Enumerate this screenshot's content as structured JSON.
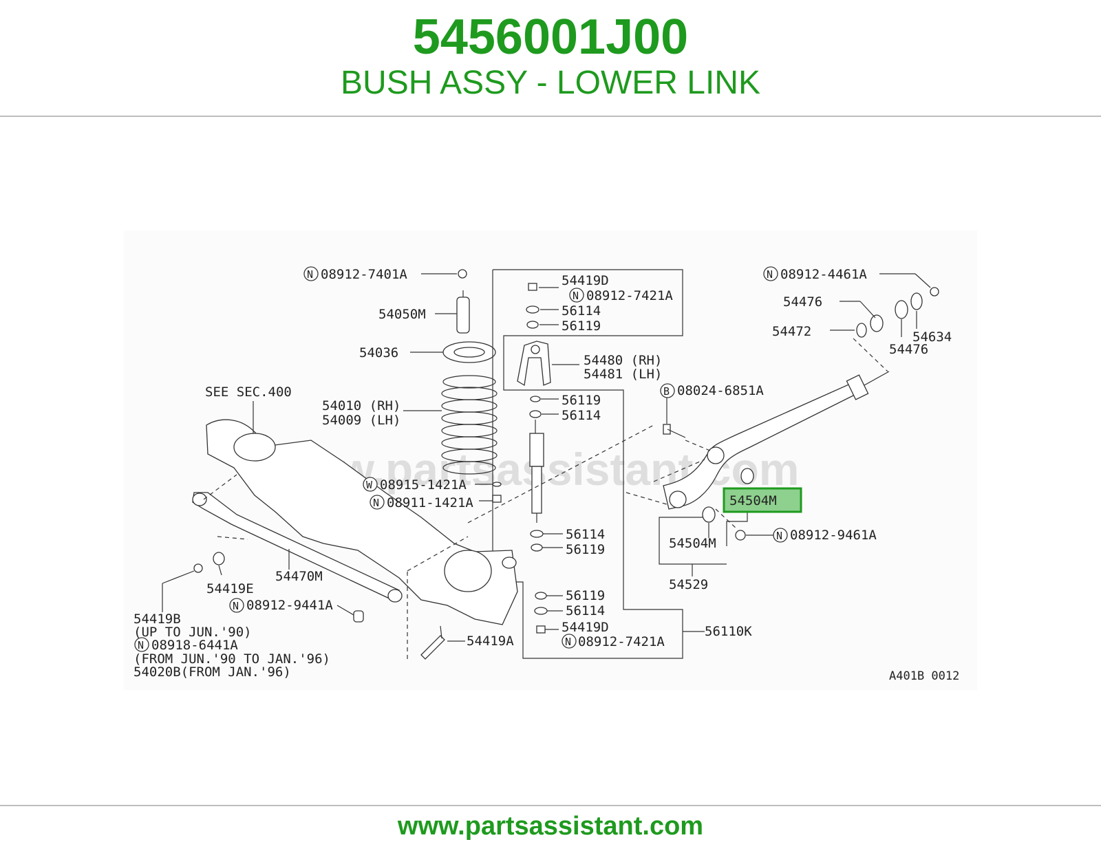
{
  "header": {
    "part_number": "5456001J00",
    "description": "BUSH ASSY - LOWER LINK"
  },
  "footer": {
    "url": "www.partsassistant.com"
  },
  "diagram": {
    "watermark": "www.partsassistant.com",
    "drawing_code": "A401B 0012",
    "see_section": "SEE SEC.400",
    "highlight": {
      "label": "54504M",
      "color": "#1e9a1e",
      "fill": "#8ed08e"
    },
    "labels": {
      "n_08912_7401A": "08912-7401A",
      "p_54050M": "54050M",
      "p_54036": "54036",
      "p_54010": "54010 (RH)",
      "p_54009": "54009 (LH)",
      "w_08915_1421A": "08915-1421A",
      "n_08911_1421A": "08911-1421A",
      "p_54419D_top": "54419D",
      "n_08912_7421A_top": "08912-7421A",
      "p_56114_a": "56114",
      "p_56119_a": "56119",
      "p_54480": "54480 (RH)",
      "p_54481": "54481 (LH)",
      "p_56119_b": "56119",
      "p_56114_b": "56114",
      "p_56114_c": "56114",
      "p_56119_c": "56119",
      "p_56119_d": "56119",
      "p_56114_d": "56114",
      "p_54419D_bot": "54419D",
      "n_08912_7421A_bot": "08912-7421A",
      "p_56110K": "56110K",
      "n_08912_4461A": "08912-4461A",
      "p_54476_a": "54476",
      "p_54472": "54472",
      "p_54634": "54634",
      "p_54476_b": "54476",
      "b_08024_6851A": "08024-6851A",
      "p_54504M_hl": "54504M",
      "p_54504M": "54504M",
      "n_08912_9461A": "08912-9461A",
      "p_54529": "54529",
      "p_54470M": "54470M",
      "p_54419E": "54419E",
      "n_08912_9441A": "08912-9441A",
      "p_54419B": "54419B",
      "note_up_to": "(UP TO JUN.'90)",
      "n_08918_6441A": "08918-6441A",
      "note_from_to": "(FROM JUN.'90 TO JAN.'96)",
      "p_54020B": "54020B(FROM JAN.'96)",
      "p_54419A": "54419A"
    },
    "circle_letters": {
      "n": "N",
      "w": "W",
      "b": "B"
    }
  }
}
